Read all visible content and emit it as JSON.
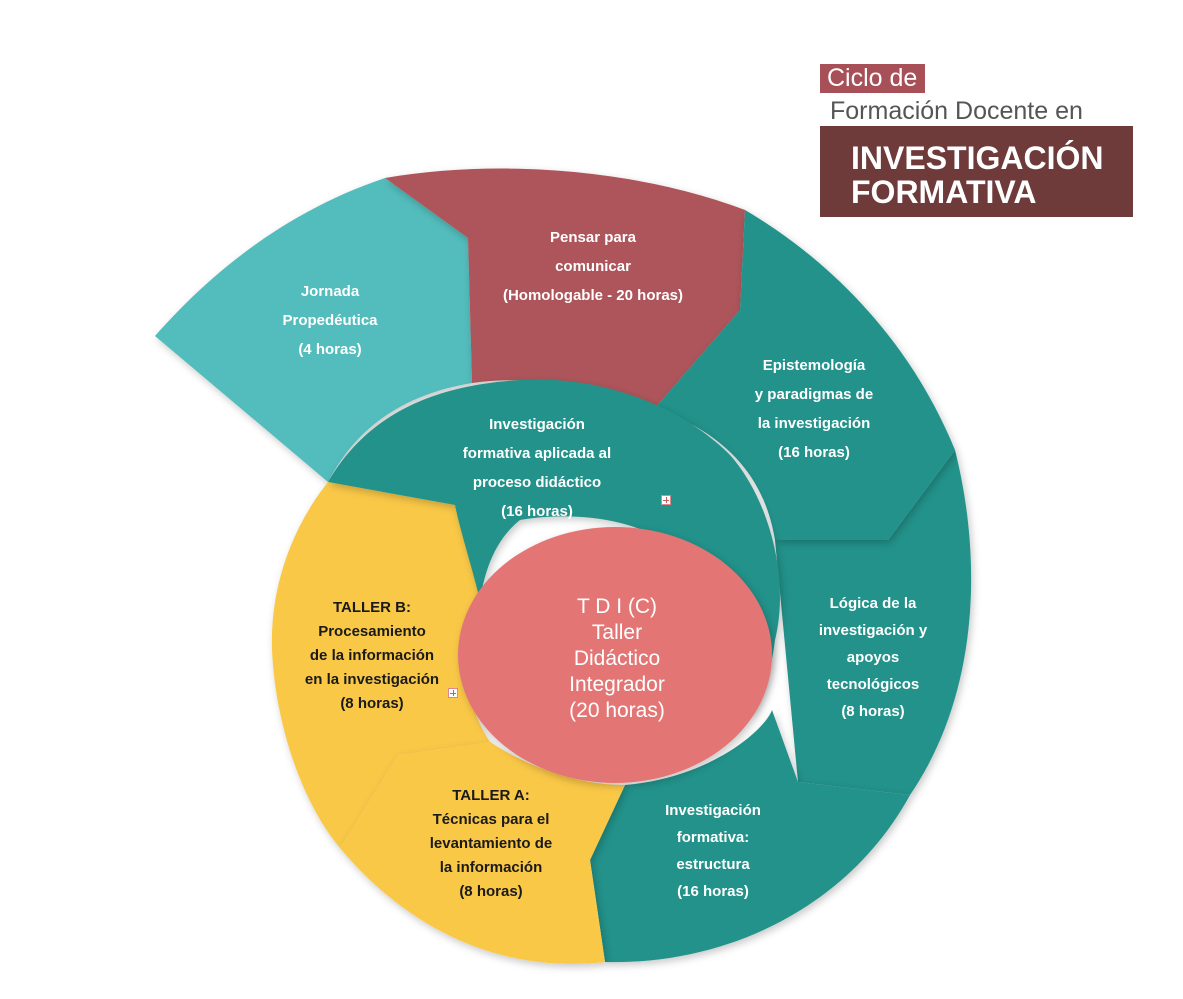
{
  "title": {
    "line1": "Ciclo de",
    "line2": "Formación Docente en",
    "box_lines": [
      "INVESTIGACIÓN",
      "FORMATIVA"
    ]
  },
  "segments": {
    "jornada": [
      "Jornada",
      "Propedéutica",
      "(4 horas)"
    ],
    "pensar": [
      "Pensar para",
      "comunicar",
      "(Homologable - 20 horas)"
    ],
    "epistemologia": [
      "Epistemología",
      "y paradigmas de",
      "la investigación",
      "(16 horas)"
    ],
    "aplicada": [
      "Investigación",
      "formativa aplicada al",
      "proceso didáctico",
      "(16 horas)"
    ],
    "logica": [
      "Lógica de la",
      "investigación y",
      "apoyos",
      "tecnológicos",
      "(8 horas)"
    ],
    "taller_b": [
      "TALLER B:",
      "Procesamiento",
      "de la información",
      "en la investigación",
      "(8 horas)"
    ],
    "taller_a": [
      "TALLER A:",
      "Técnicas para el",
      "levantamiento de",
      "la información",
      "(8 horas)"
    ],
    "estructura": [
      "Investigación",
      "formativa:",
      "estructura",
      "(16 horas)"
    ]
  },
  "center": [
    "T D I (C)",
    "Taller",
    "Didáctico",
    "Integrador",
    "(20 horas)"
  ],
  "icons": {
    "expand": "expand-plus-icon"
  },
  "colors": {
    "teal_light": "#53bcbc",
    "teal_dark": "#22928a",
    "maroon": "#ad545a",
    "yellow": "#fac846",
    "salmon": "#e37675",
    "title_accent": "#a85058",
    "title_box": "#6e3a3a"
  }
}
